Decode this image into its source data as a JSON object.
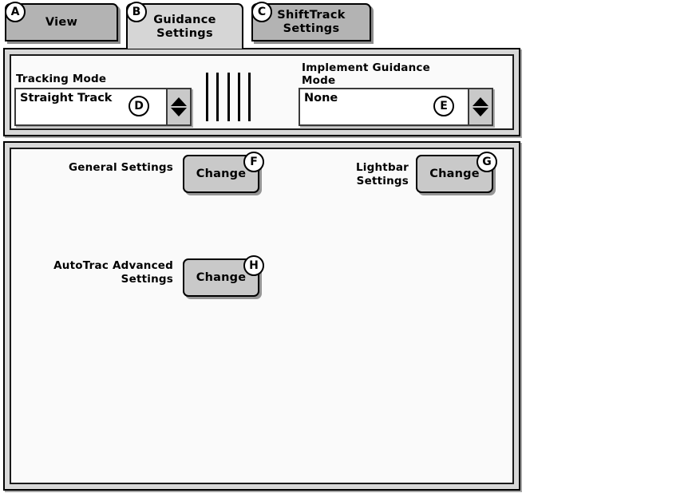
{
  "tabs": [
    {
      "id": "view",
      "label": "View",
      "badge": "A",
      "state": "inactive"
    },
    {
      "id": "guidance",
      "label": "Guidance\nSettings",
      "badge": "B",
      "state": "active"
    },
    {
      "id": "shifttrack",
      "label": "ShiftTrack\nSettings",
      "badge": "C",
      "state": "inactive"
    }
  ],
  "top_panel": {
    "tracking_mode": {
      "label": "Tracking Mode",
      "value": "Straight Track",
      "badge": "D",
      "spinner_up_icon": "spinner-up-arrow-icon",
      "spinner_down_icon": "spinner-down-arrow-icon"
    },
    "implement_guidance_mode": {
      "label": "Implement Guidance\nMode",
      "value": "None",
      "badge": "E",
      "spinner_up_icon": "spinner-up-arrow-icon",
      "spinner_down_icon": "spinner-down-arrow-icon"
    },
    "divider_icon": "vertical-lines-divider-icon",
    "divider_line_count": 5
  },
  "bottom_panel": {
    "rows": [
      {
        "id": "general-settings",
        "caption": "General Settings",
        "button_label": "Change",
        "badge": "F"
      },
      {
        "id": "lightbar-settings",
        "caption": "Lightbar Settings",
        "button_label": "Change",
        "badge": "G"
      },
      {
        "id": "autotrac-advanced",
        "caption": "AutoTrac Advanced\nSettings",
        "button_label": "Change",
        "badge": "H"
      }
    ]
  },
  "colors": {
    "tab_active": "#d6d6d6",
    "tab_inactive": "#b3b3b3",
    "panel_frame": "#d8d8d8",
    "panel_interior": "#fafafa",
    "button_face": "#c9c9c9",
    "field_face": "#ffffff",
    "outline": "#000000"
  }
}
